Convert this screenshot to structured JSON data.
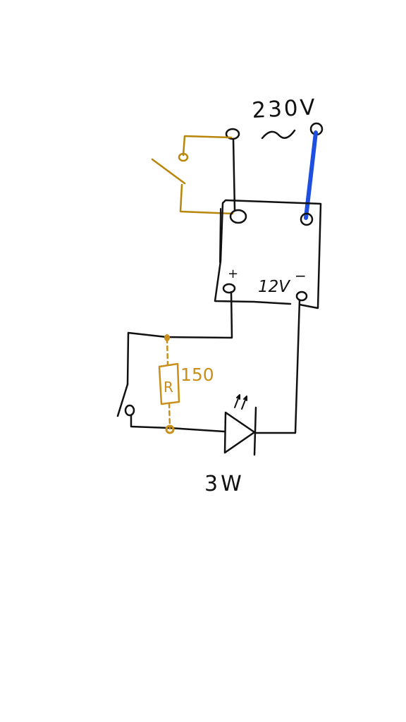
{
  "labels": {
    "mains_voltage": "230V",
    "ac_symbol": "~",
    "plus": "+",
    "dc_voltage": "12V",
    "minus": "−",
    "resistor_letter": "R",
    "resistor_value": "150",
    "led_power": "3W"
  },
  "colors": {
    "ink": "#111111",
    "brown_wire": "#b8860b",
    "blue_wire": "#1e4fe0",
    "resistor": "#c8901a",
    "background": "#ffffff"
  }
}
